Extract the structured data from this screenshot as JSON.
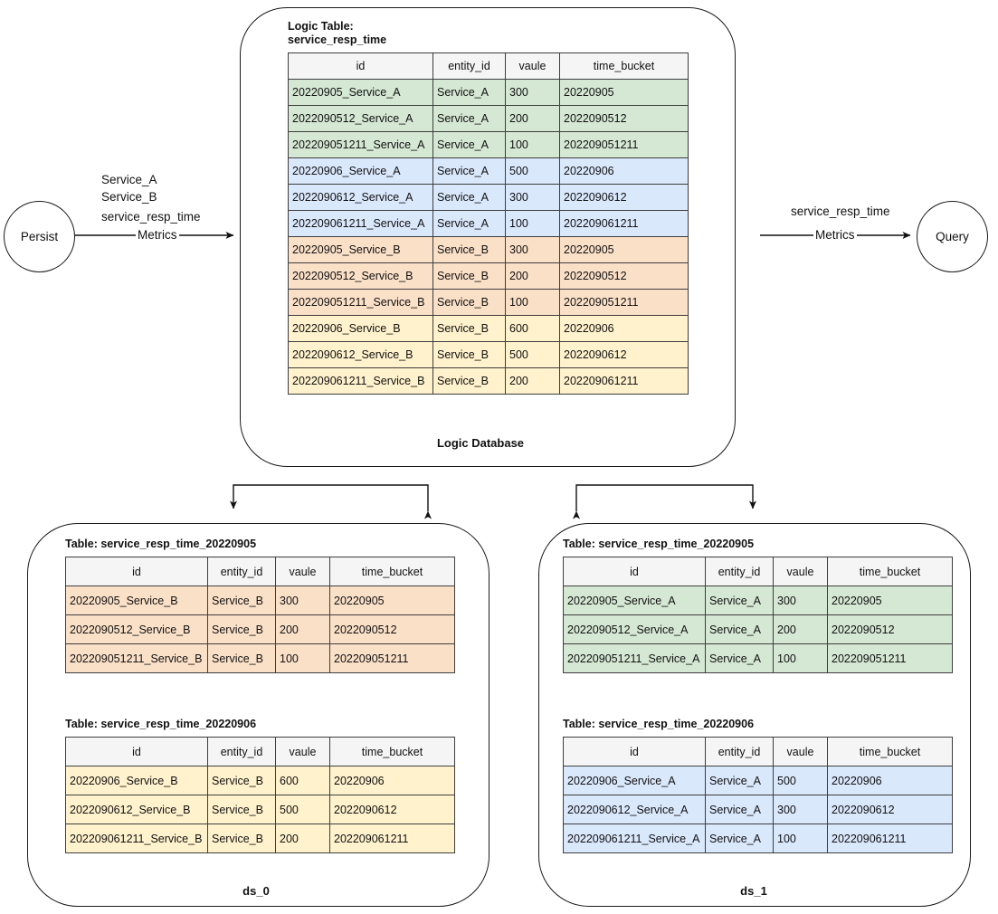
{
  "columns": [
    "id",
    "entity_id",
    "vaule",
    "time_bucket"
  ],
  "nodes": {
    "persist": "Persist",
    "query": "Query"
  },
  "edges": {
    "persist_in": {
      "line1": "Service_A",
      "line2": "Service_B",
      "line3": "service_resp_time",
      "line4": "Metrics"
    },
    "query_out": {
      "line1": "service_resp_time",
      "line2": "Metrics"
    }
  },
  "logic_db": {
    "caption": "Logic Database",
    "table": {
      "title_line1": "Logic Table:",
      "title_line2": "service_resp_time",
      "rows": [
        {
          "id": "20220905_Service_A",
          "entity_id": "Service_A",
          "vaule": "300",
          "time_bucket": "20220905",
          "color": "g"
        },
        {
          "id": "2022090512_Service_A",
          "entity_id": "Service_A",
          "vaule": "200",
          "time_bucket": "2022090512",
          "color": "g"
        },
        {
          "id": "202209051211_Service_A",
          "entity_id": "Service_A",
          "vaule": "100",
          "time_bucket": "202209051211",
          "color": "g"
        },
        {
          "id": "20220906_Service_A",
          "entity_id": "Service_A",
          "vaule": "500",
          "time_bucket": "20220906",
          "color": "b"
        },
        {
          "id": "2022090612_Service_A",
          "entity_id": "Service_A",
          "vaule": "300",
          "time_bucket": "2022090612",
          "color": "b"
        },
        {
          "id": "202209061211_Service_A",
          "entity_id": "Service_A",
          "vaule": "100",
          "time_bucket": "202209061211",
          "color": "b"
        },
        {
          "id": "20220905_Service_B",
          "entity_id": "Service_B",
          "vaule": "300",
          "time_bucket": "20220905",
          "color": "o"
        },
        {
          "id": "2022090512_Service_B",
          "entity_id": "Service_B",
          "vaule": "200",
          "time_bucket": "2022090512",
          "color": "o"
        },
        {
          "id": "202209051211_Service_B",
          "entity_id": "Service_B",
          "vaule": "100",
          "time_bucket": "202209051211",
          "color": "o"
        },
        {
          "id": "20220906_Service_B",
          "entity_id": "Service_B",
          "vaule": "600",
          "time_bucket": "20220906",
          "color": "y"
        },
        {
          "id": "2022090612_Service_B",
          "entity_id": "Service_B",
          "vaule": "500",
          "time_bucket": "2022090612",
          "color": "y"
        },
        {
          "id": "202209061211_Service_B",
          "entity_id": "Service_B",
          "vaule": "200",
          "time_bucket": "202209061211",
          "color": "y"
        }
      ]
    }
  },
  "ds_0": {
    "caption": "ds_0",
    "tables": [
      {
        "title": "Table: service_resp_time_20220905",
        "rows": [
          {
            "id": "20220905_Service_B",
            "entity_id": "Service_B",
            "vaule": "300",
            "time_bucket": "20220905",
            "color": "o"
          },
          {
            "id": "2022090512_Service_B",
            "entity_id": "Service_B",
            "vaule": "200",
            "time_bucket": "2022090512",
            "color": "o"
          },
          {
            "id": "202209051211_Service_B",
            "entity_id": "Service_B",
            "vaule": "100",
            "time_bucket": "202209051211",
            "color": "o"
          }
        ]
      },
      {
        "title": "Table: service_resp_time_20220906",
        "rows": [
          {
            "id": "20220906_Service_B",
            "entity_id": "Service_B",
            "vaule": "600",
            "time_bucket": "20220906",
            "color": "y"
          },
          {
            "id": "2022090612_Service_B",
            "entity_id": "Service_B",
            "vaule": "500",
            "time_bucket": "2022090612",
            "color": "y"
          },
          {
            "id": "202209061211_Service_B",
            "entity_id": "Service_B",
            "vaule": "200",
            "time_bucket": "202209061211",
            "color": "y"
          }
        ]
      }
    ]
  },
  "ds_1": {
    "caption": "ds_1",
    "tables": [
      {
        "title": "Table: service_resp_time_20220905",
        "rows": [
          {
            "id": "20220905_Service_A",
            "entity_id": "Service_A",
            "vaule": "300",
            "time_bucket": "20220905",
            "color": "g"
          },
          {
            "id": "2022090512_Service_A",
            "entity_id": "Service_A",
            "vaule": "200",
            "time_bucket": "2022090512",
            "color": "g"
          },
          {
            "id": "202209051211_Service_A",
            "entity_id": "Service_A",
            "vaule": "100",
            "time_bucket": "202209051211",
            "color": "g"
          }
        ]
      },
      {
        "title": "Table: service_resp_time_20220906",
        "rows": [
          {
            "id": "20220906_Service_A",
            "entity_id": "Service_A",
            "vaule": "500",
            "time_bucket": "20220906",
            "color": "b"
          },
          {
            "id": "2022090612_Service_A",
            "entity_id": "Service_A",
            "vaule": "300",
            "time_bucket": "2022090612",
            "color": "b"
          },
          {
            "id": "202209061211_Service_A",
            "entity_id": "Service_A",
            "vaule": "100",
            "time_bucket": "202209061211",
            "color": "b"
          }
        ]
      }
    ]
  },
  "colors": {
    "green": "#d5e8d4",
    "blue": "#dae8fc",
    "orange": "#fbe0c8",
    "yellow": "#fff2cc",
    "header": "#f5f5f5",
    "stroke": "#3d3d3d"
  }
}
